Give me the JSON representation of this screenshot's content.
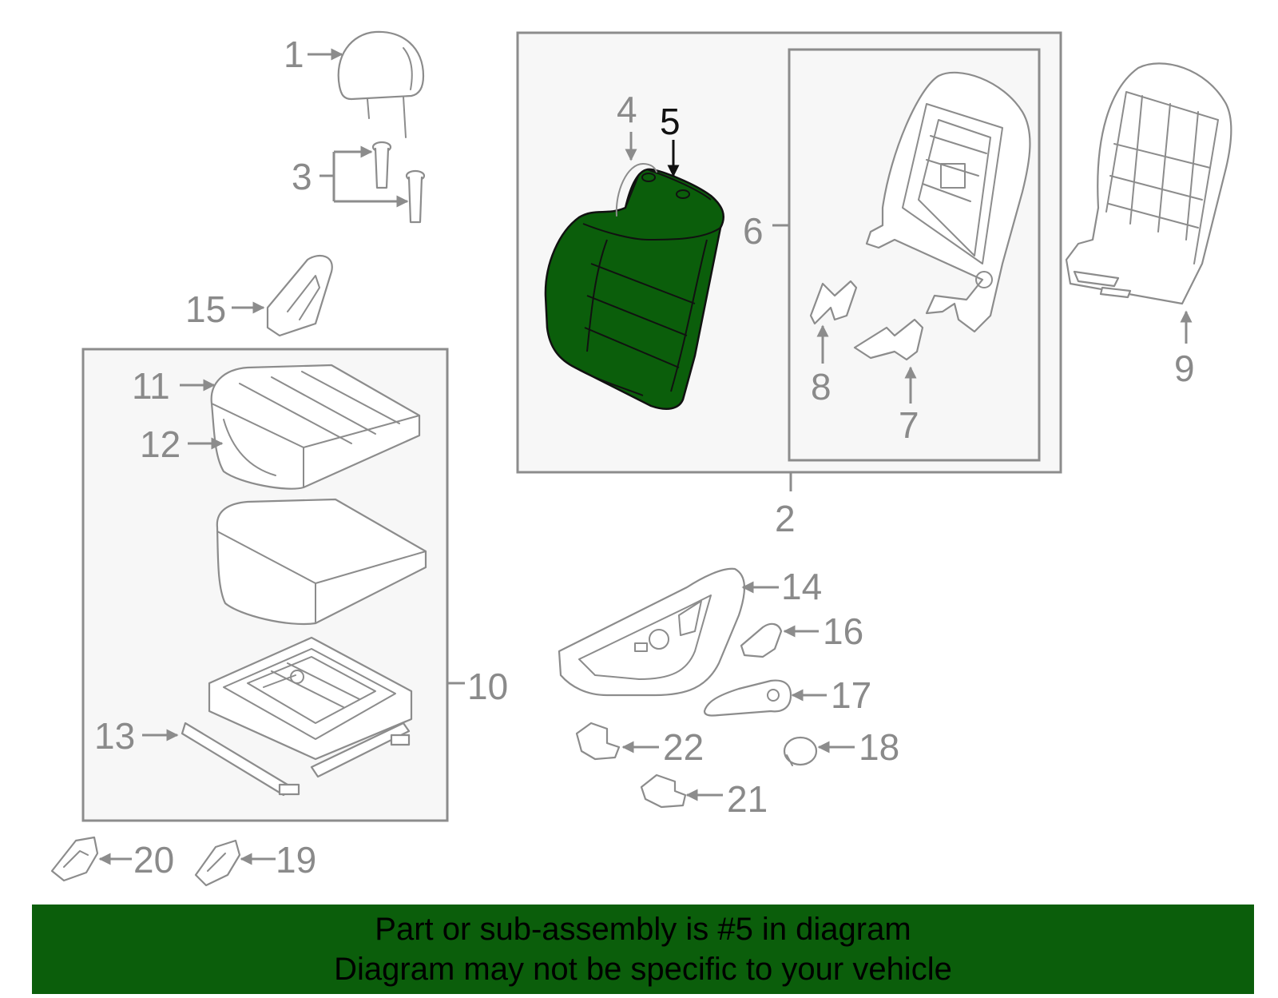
{
  "diagram": {
    "highlight_color": "#0b5e0b",
    "highlighted_part": "5",
    "callouts": [
      "1",
      "2",
      "3",
      "4",
      "5",
      "6",
      "7",
      "8",
      "9",
      "10",
      "11",
      "12",
      "13",
      "14",
      "15",
      "16",
      "17",
      "18",
      "19",
      "20",
      "21",
      "22"
    ]
  },
  "banner": {
    "line1": "Part or sub-assembly is #5 in diagram",
    "line2": "Diagram may not be specific to your vehicle",
    "background": "#0b5e0b"
  }
}
